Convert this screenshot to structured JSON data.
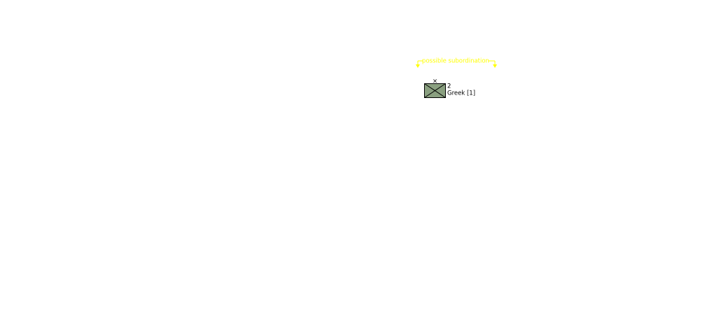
{
  "subordination": {
    "label": "possible subordination"
  },
  "unit": {
    "echelon_symbol": "×",
    "designation": "2",
    "label": "Greek [1]",
    "icon": "infantry-unit-icon"
  },
  "colors": {
    "subordination": "#ffff00",
    "unit_fill": "#8aa080",
    "unit_stroke": "#000000"
  }
}
